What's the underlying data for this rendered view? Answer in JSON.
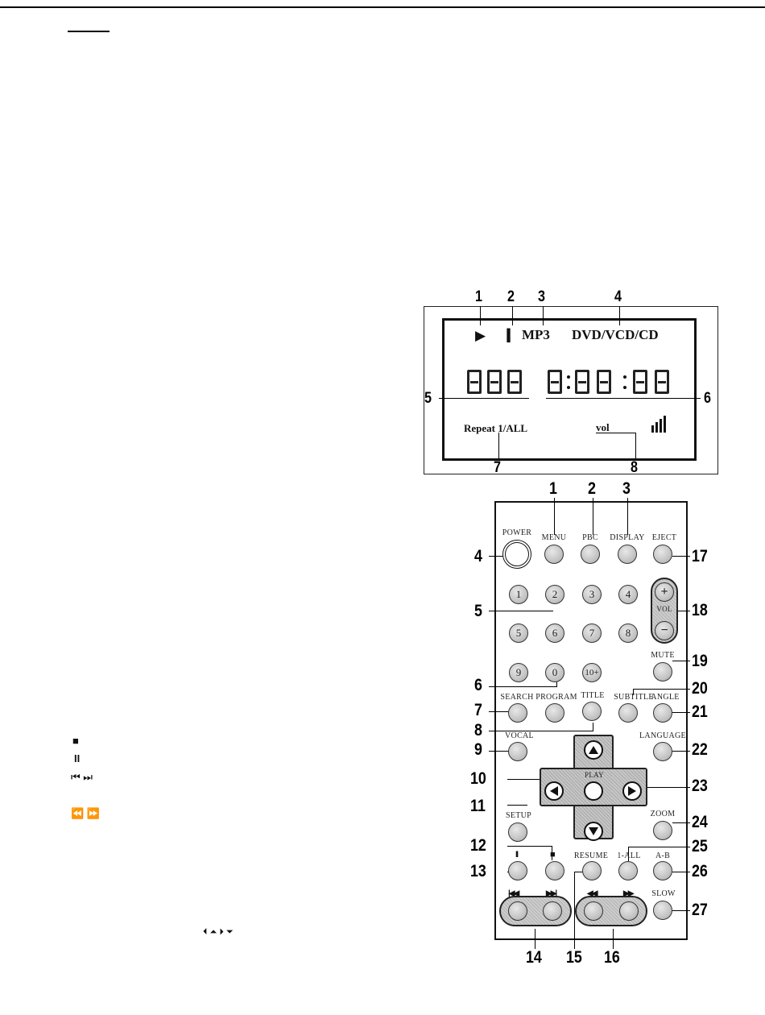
{
  "page": {
    "left_icons": [
      "■",
      "II",
      "⏮ ⏭",
      "⏪ ⏩",
      "⏴ ⏶ ⏵ ⏷"
    ]
  },
  "lcd": {
    "callouts": [
      "1",
      "2",
      "3",
      "4",
      "5",
      "6",
      "7",
      "8"
    ],
    "play_symbol": "▶",
    "pause_symbol": "||",
    "format_mp3": "MP3",
    "format_disc": "DVD/VCD/CD",
    "repeat_label": "Repeat 1/ALL",
    "vol_label": "vol"
  },
  "remote": {
    "callouts_top": [
      "1",
      "2",
      "3"
    ],
    "callouts_left": [
      "4",
      "5",
      "6",
      "7",
      "8",
      "9",
      "10",
      "11",
      "12",
      "13"
    ],
    "callouts_bottom": [
      "14",
      "15",
      "16"
    ],
    "callouts_right": [
      "17",
      "18",
      "19",
      "20",
      "21",
      "22",
      "23",
      "24",
      "25",
      "26",
      "27"
    ],
    "labels": {
      "power": "POWER",
      "menu": "MENU",
      "pbc": "PBC",
      "display": "DISPLAY",
      "eject": "EJECT",
      "vol": "VOL",
      "mute": "MUTE",
      "search": "SEARCH",
      "program": "PROGRAM",
      "title": "TITLE",
      "subtitle": "SUBTITLE",
      "angle": "ANGLE",
      "vocal": "VOCAL",
      "language": "LANGUAGE",
      "play": "PLAY",
      "setup": "SETUP",
      "zoom": "ZOOM",
      "resume": "RESUME",
      "one_all": "1-ALL",
      "a_b": "A-B",
      "slow": "SLOW",
      "pause_sym": "II",
      "stop_sym": "■",
      "prev_sym": "|◀◀",
      "next_sym": "▶▶|",
      "rew_sym": "◀◀",
      "ff_sym": "▶▶"
    },
    "digits": [
      "1",
      "2",
      "3",
      "4",
      "5",
      "6",
      "7",
      "8",
      "9",
      "0",
      "10+"
    ],
    "vol_plus": "+",
    "vol_minus": "−"
  }
}
